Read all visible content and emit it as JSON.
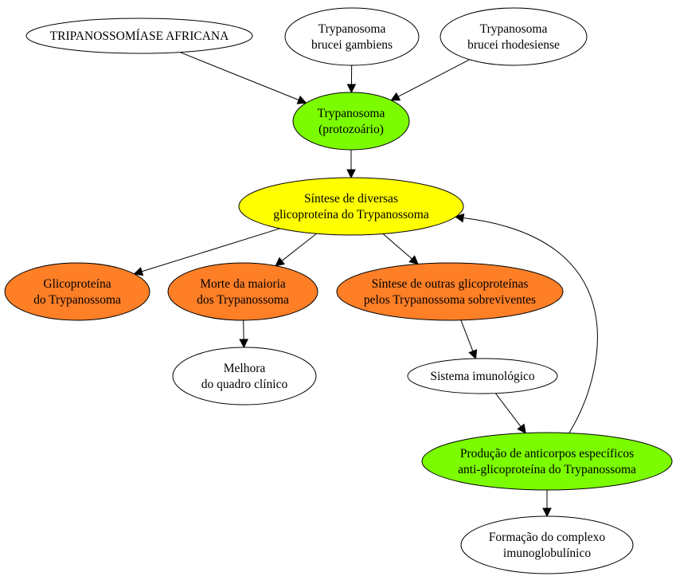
{
  "colors": {
    "white": "#ffffff",
    "green": "#7cfc00",
    "yellow": "#ffff00",
    "orange": "#ff7f27"
  },
  "nodes": {
    "tripanossomiase": {
      "lines": [
        "TRIPANOSSOMÍASE AFRICANA"
      ],
      "fill": "white"
    },
    "gambiens": {
      "lines": [
        "Trypanosoma",
        "brucei gambiens"
      ],
      "fill": "white"
    },
    "rhodesiense": {
      "lines": [
        "Trypanosoma",
        "brucei rhodesiense"
      ],
      "fill": "white"
    },
    "trypanosoma": {
      "lines": [
        "Trypanosoma",
        "(protozoário)"
      ],
      "fill": "green"
    },
    "sintese_diversas": {
      "lines": [
        "Síntese de diversas",
        "glicoproteína do Trypanossoma"
      ],
      "fill": "yellow"
    },
    "glicoproteina": {
      "lines": [
        "Glicoproteína",
        "do Trypanossoma"
      ],
      "fill": "orange"
    },
    "morte": {
      "lines": [
        "Morte da maioria",
        "dos Trypanossoma"
      ],
      "fill": "orange"
    },
    "sintese_outras": {
      "lines": [
        "Síntese de outras glicoproteínas",
        "pelos Trypanossoma sobreviventes"
      ],
      "fill": "orange"
    },
    "melhora": {
      "lines": [
        "Melhora",
        "do quadro clínico"
      ],
      "fill": "white"
    },
    "sistema": {
      "lines": [
        "Sistema imunológico"
      ],
      "fill": "white"
    },
    "producao": {
      "lines": [
        "Produção de anticorpos específicos",
        "anti-glicoproteína do Trypanossoma"
      ],
      "fill": "green"
    },
    "formacao": {
      "lines": [
        "Formação do complexo",
        "imunoglobulínico"
      ],
      "fill": "white"
    }
  },
  "edges": [
    {
      "from": "tripanossomiase",
      "to": "trypanosoma"
    },
    {
      "from": "gambiens",
      "to": "trypanosoma"
    },
    {
      "from": "rhodesiense",
      "to": "trypanosoma"
    },
    {
      "from": "trypanosoma",
      "to": "sintese_diversas"
    },
    {
      "from": "sintese_diversas",
      "to": "glicoproteina"
    },
    {
      "from": "sintese_diversas",
      "to": "morte"
    },
    {
      "from": "sintese_diversas",
      "to": "sintese_outras"
    },
    {
      "from": "morte",
      "to": "melhora"
    },
    {
      "from": "sintese_outras",
      "to": "sistema"
    },
    {
      "from": "sistema",
      "to": "producao"
    },
    {
      "from": "producao",
      "to": "formacao"
    },
    {
      "from": "producao",
      "to": "sintese_diversas"
    }
  ]
}
